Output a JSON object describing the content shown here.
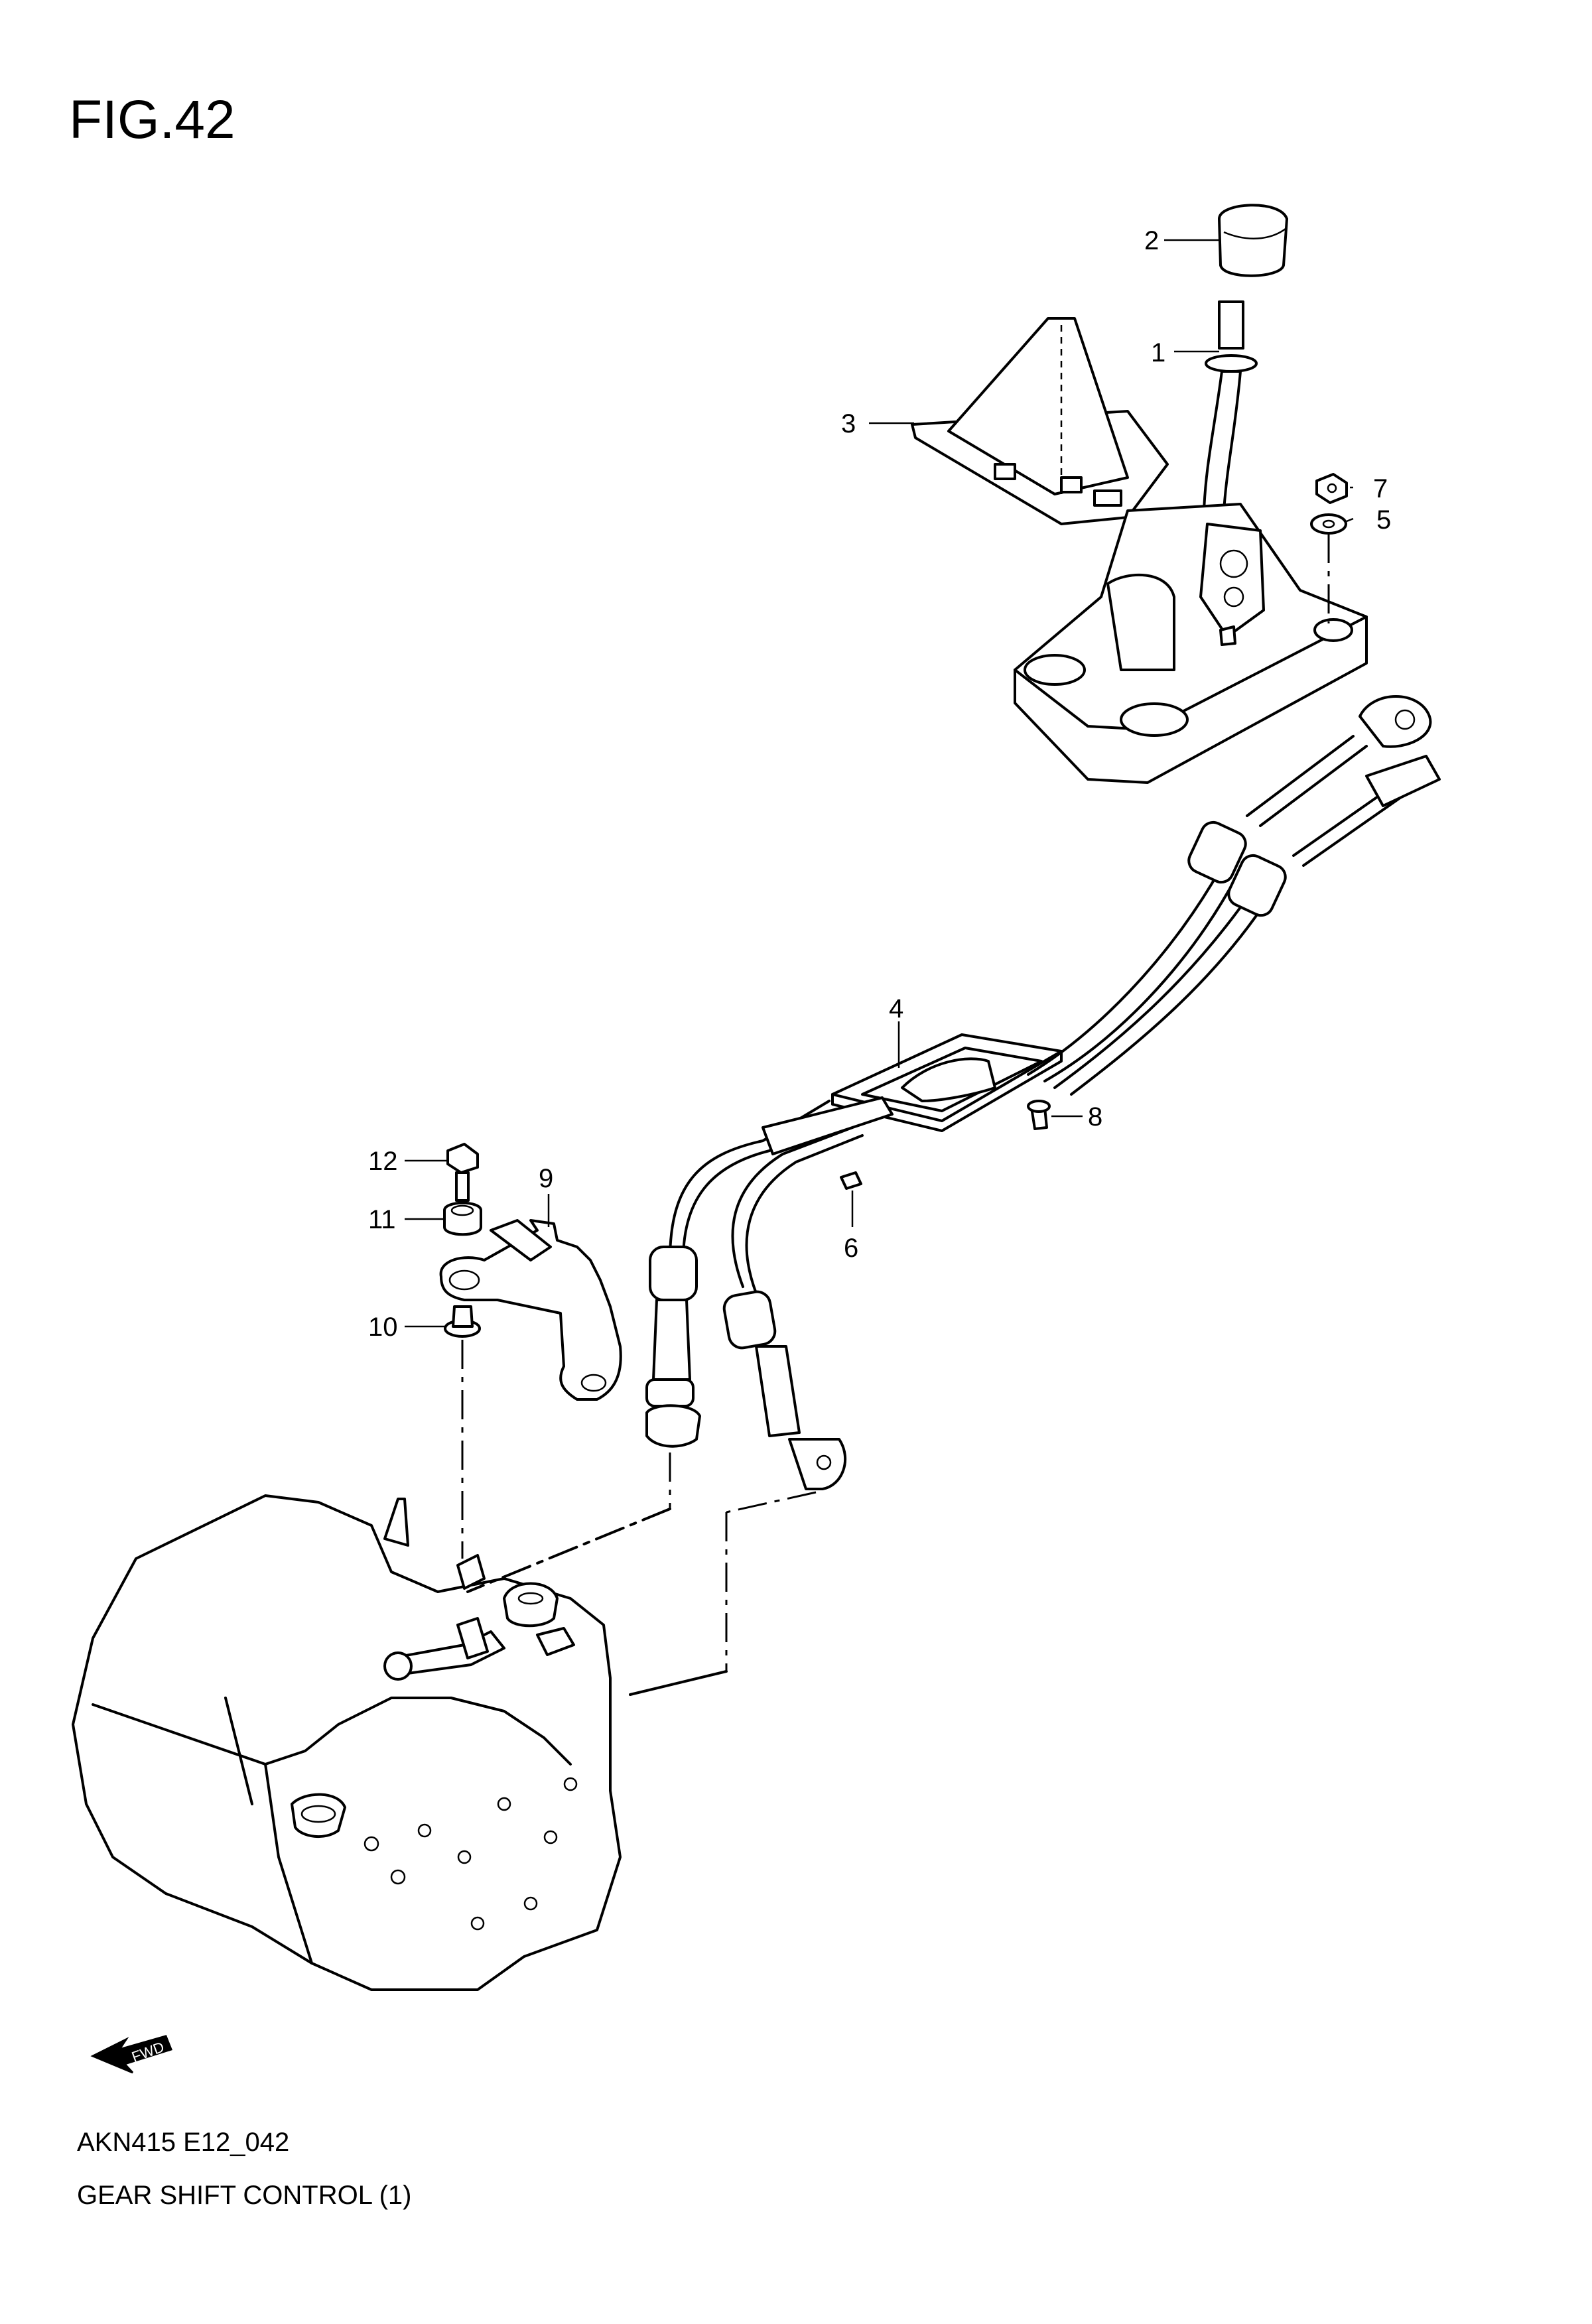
{
  "figure": {
    "title": "FIG.42"
  },
  "footer": {
    "code": "AKN415 E12_042",
    "caption": "GEAR SHIFT CONTROL (1)"
  },
  "fwd_label": "FWD",
  "callouts": [
    {
      "id": "1",
      "label": "1"
    },
    {
      "id": "2",
      "label": "2"
    },
    {
      "id": "3",
      "label": "3"
    },
    {
      "id": "4",
      "label": "4"
    },
    {
      "id": "5",
      "label": "5"
    },
    {
      "id": "6",
      "label": "6"
    },
    {
      "id": "7",
      "label": "7"
    },
    {
      "id": "8",
      "label": "8"
    },
    {
      "id": "9",
      "label": "9"
    },
    {
      "id": "10",
      "label": "10"
    },
    {
      "id": "11",
      "label": "11"
    },
    {
      "id": "12",
      "label": "12"
    }
  ]
}
